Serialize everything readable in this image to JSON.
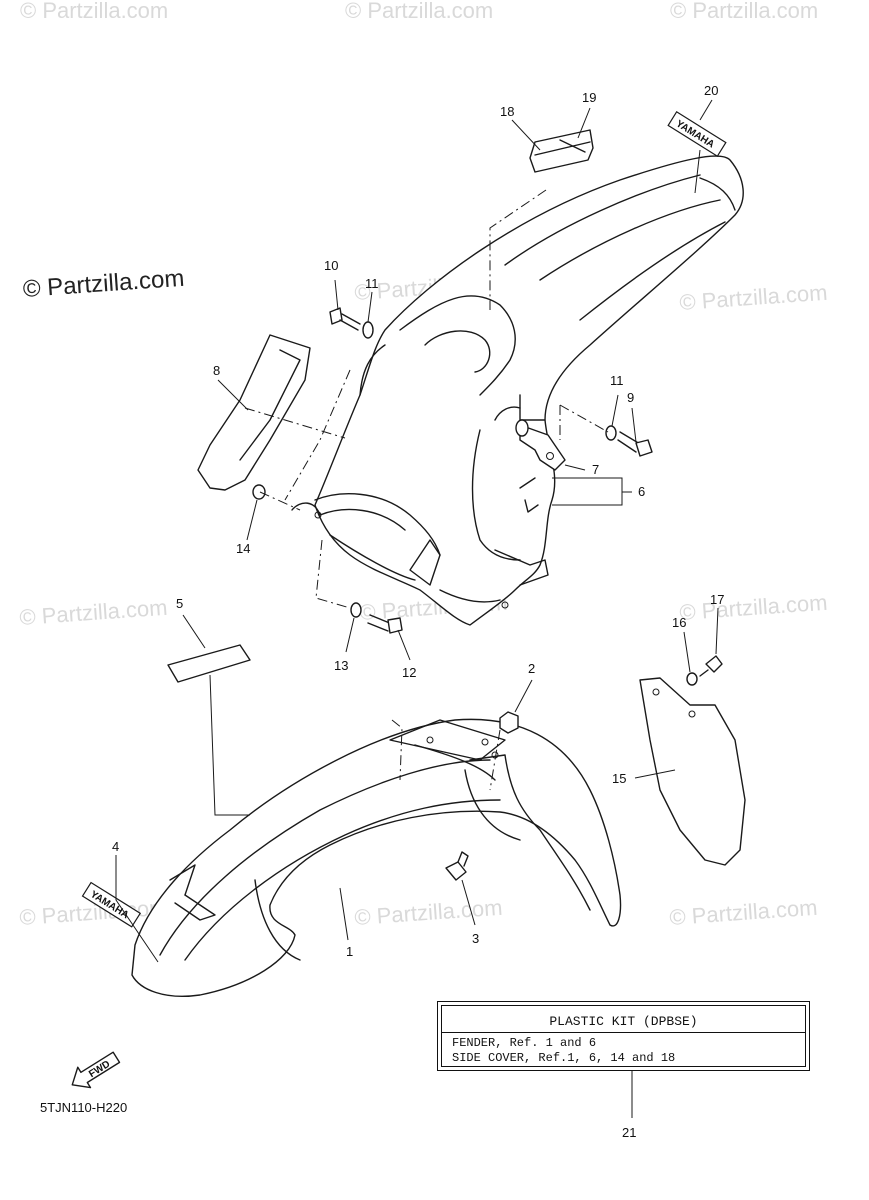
{
  "copyright": "© Partzilla.com",
  "watermark": "© Partzilla.com",
  "diagram_code": "5TJN110-H220",
  "fwd_label": "FWD",
  "brand_decal_text": "YAMAHA",
  "callouts": [
    "1",
    "2",
    "3",
    "4",
    "5",
    "6",
    "7",
    "8",
    "9",
    "10",
    "11",
    "11",
    "12",
    "13",
    "14",
    "15",
    "16",
    "17",
    "18",
    "19",
    "20",
    "21"
  ],
  "kit": {
    "title": "PLASTIC KIT (DPBSE)",
    "line1": "FENDER, Ref. 1 and 6",
    "line2": "SIDE COVER, Ref.1, 6, 14 and  18"
  }
}
